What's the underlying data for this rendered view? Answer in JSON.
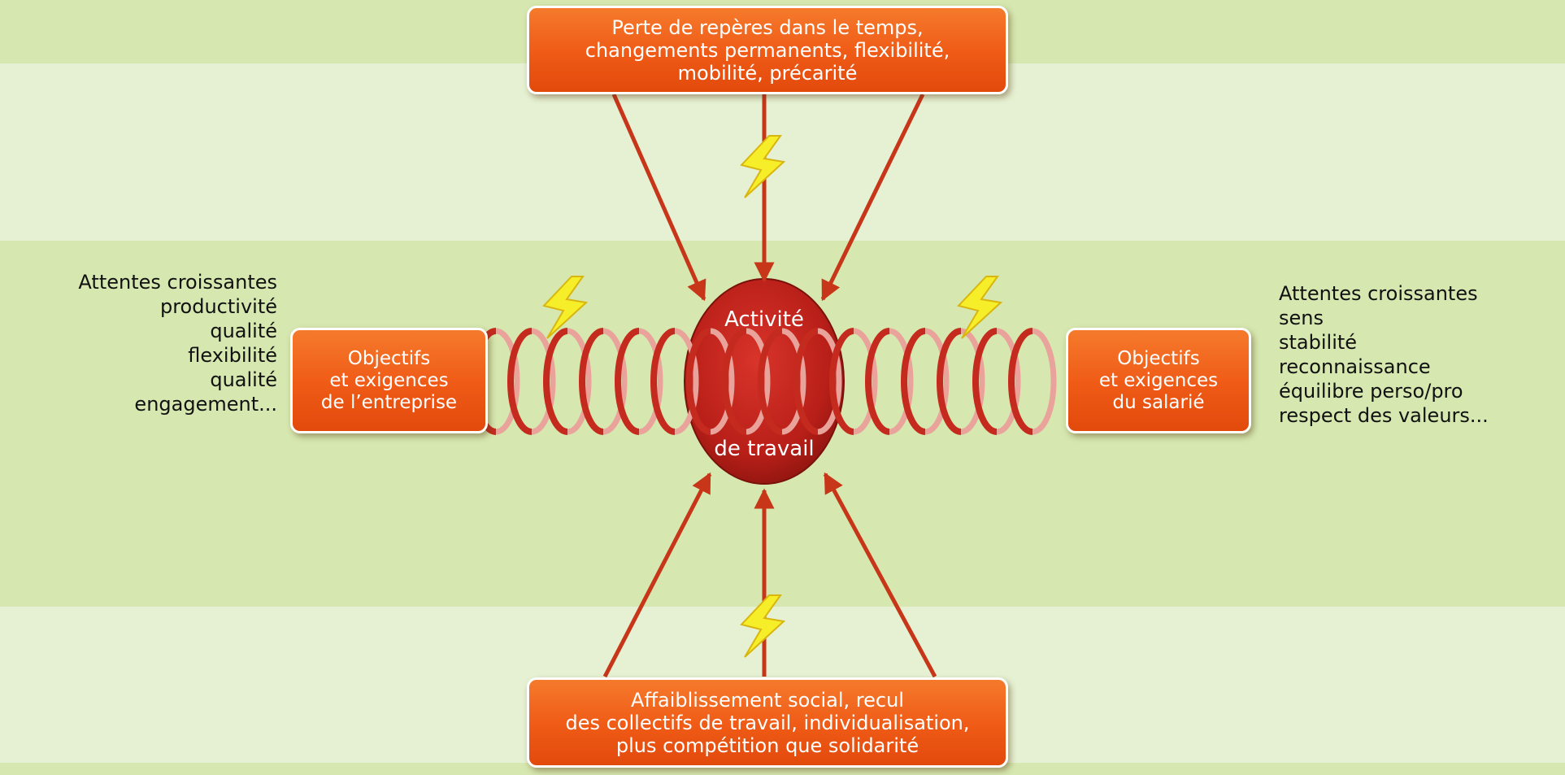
{
  "top_box": {
    "lines": [
      "Perte de repères dans le temps,",
      "changements permanents, flexibilité,",
      "mobilité, précarité"
    ]
  },
  "bottom_box": {
    "lines": [
      "Affaiblissement social, recul",
      "des collectifs de travail, individualisation,",
      "plus compétition que solidarité"
    ]
  },
  "left_box": {
    "lines": [
      "Objectifs",
      "et exigences",
      "de l’entreprise"
    ]
  },
  "right_box": {
    "lines": [
      "Objectifs",
      "et exigences",
      "du salarié"
    ]
  },
  "center": {
    "label_top": "Activité",
    "label_bottom": "de travail"
  },
  "left_list": {
    "lines": [
      "Attentes croissantes",
      "productivité",
      "qualité",
      "flexibilité",
      "qualité",
      "engagement..."
    ]
  },
  "right_list": {
    "lines": [
      "Attentes croissantes",
      "sens",
      "stabilité",
      "reconnaissance",
      "équilibre perso/pro",
      "respect des valeurs..."
    ]
  },
  "colors": {
    "box_orange": "#ef5a16",
    "circle_red": "#c0241a",
    "arrow_red": "#c8361a",
    "lightning_yellow": "#f7ee2a",
    "band_dark": "#d6e8b0",
    "band_light": "#e6f1d3"
  },
  "icons": [
    "lightning-icon",
    "spring-coil"
  ]
}
